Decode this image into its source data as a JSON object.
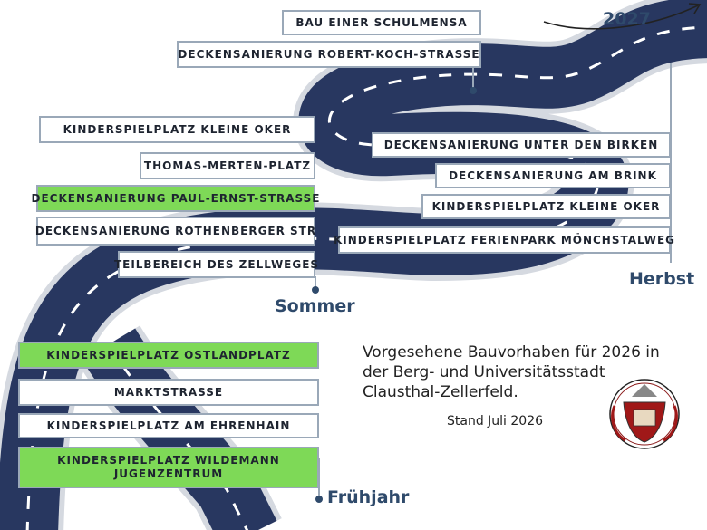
{
  "colors": {
    "road": "#283760",
    "road_edge": "#d5d9e0",
    "frame": "#9aa8b8",
    "highlight": "#7ed957",
    "accent_text": "#2f4a6b"
  },
  "year": "2027",
  "seasons": {
    "spring": "Frühjahr",
    "summer": "Sommer",
    "autumn": "Herbst"
  },
  "top_group": [
    "BAU EINER SCHULMENSA",
    "DECKENSANIERUNG ROBERT-KOCH-STRASSE"
  ],
  "autumn_group": [
    "DECKENSANIERUNG UNTER DEN BIRKEN",
    "DECKENSANIERUNG AM BRINK",
    "KINDERSPIELPLATZ KLEINE OKER",
    "KINDERSPIELPLATZ FERIENPARK MÖNCHSTALWEG"
  ],
  "summer_group": [
    "KINDERSPIELPLATZ KLEINE OKER",
    "THOMAS-MERTEN-PLATZ",
    "DECKENSANIERUNG PAUL-ERNST-STRASSE",
    "DECKENSANIERUNG ROTHENBERGER STR",
    "TEILBEREICH DES ZELLWEGES"
  ],
  "spring_group": [
    "KINDERSPIELPLATZ OSTLANDPLATZ",
    "MARKTSTRASSE",
    "KINDERSPIELPLATZ AM EHRENHAIN",
    "KINDERSPIELPLATZ WILDEMANN JUGENZENTRUM"
  ],
  "description": [
    "Vorgesehene Bauvorhaben für 2026 in",
    "der Berg- und Universitätsstadt",
    "Clausthal-Zellerfeld."
  ],
  "stand": "Stand Juli 2026",
  "icons": {
    "crest": "city-coat-of-arms-icon",
    "arrow": "curved-arrow-icon"
  }
}
